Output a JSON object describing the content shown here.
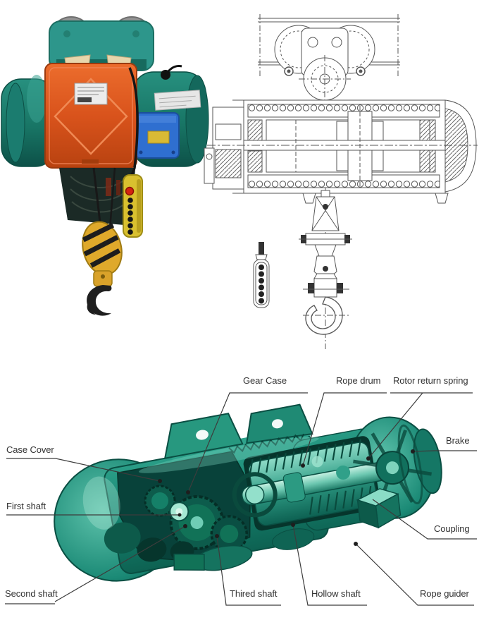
{
  "photo": {
    "name": "electric-wire-rope-hoist-product-photo",
    "colors": {
      "body_teal": "#1f8578",
      "gear_cover_orange": "#dd5a20",
      "junction_box_blue": "#2f6fd0",
      "hook_yellow": "#dfa92b",
      "pendant_yellow": "#d9c02f",
      "emergency_button_red": "#d42310",
      "trolley_wheel_gray": "#939393"
    }
  },
  "drawing": {
    "name": "hoist-cross-section-line-drawing",
    "line_color": "#565656"
  },
  "diagram": {
    "name": "hoist-cutaway-parts-diagram",
    "body_color": "#1e8e7c",
    "leader_color": "#3c3c3c",
    "label_color": "#333333",
    "labels": [
      {
        "id": "gear-case",
        "text": "Gear Case"
      },
      {
        "id": "rope-drum",
        "text": "Rope drum"
      },
      {
        "id": "rotor-return-spring",
        "text": "Rotor return spring"
      },
      {
        "id": "case-cover",
        "text": "Case Cover"
      },
      {
        "id": "brake",
        "text": "Brake"
      },
      {
        "id": "first-shaft",
        "text": "First shaft"
      },
      {
        "id": "coupling",
        "text": "Coupling"
      },
      {
        "id": "second-shaft",
        "text": "Second shaft"
      },
      {
        "id": "thired-shaft",
        "text": "Thired shaft"
      },
      {
        "id": "hollow-shaft",
        "text": "Hollow shaft"
      },
      {
        "id": "rope-guider",
        "text": "Rope guider"
      }
    ]
  }
}
